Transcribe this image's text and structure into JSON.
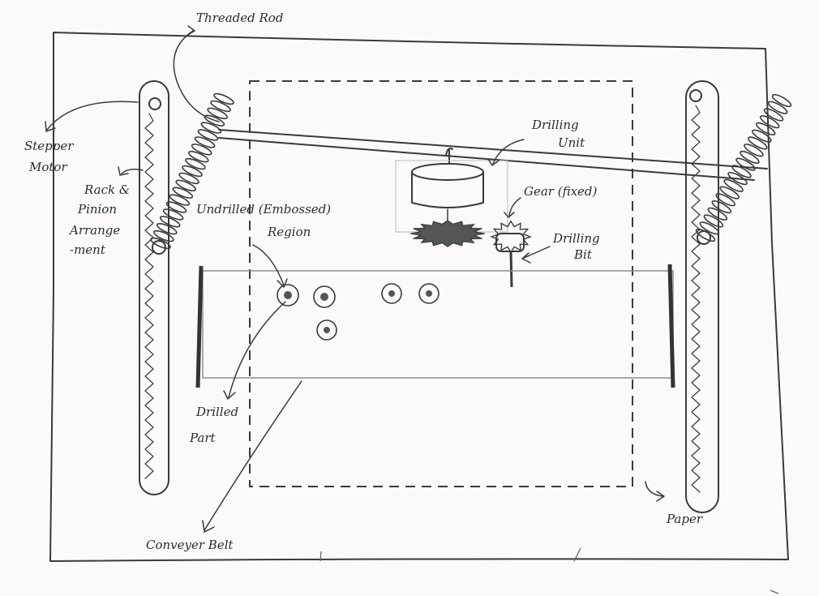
{
  "diagram": {
    "labels": {
      "threaded_rod": "Threaded Rod",
      "stepper_motor_1": "Stepper",
      "stepper_motor_2": "Motor",
      "rack_pinion_1": "Rack &",
      "rack_pinion_2": "Pinion",
      "rack_pinion_3": "Arrange",
      "rack_pinion_4": "-ment",
      "drilling_unit_1": "Drilling",
      "drilling_unit_2": "Unit",
      "gear_fixed": "Gear (fixed)",
      "undrilled_1": "Undrilled (Embossed)",
      "undrilled_2": "Region",
      "drilling_bit_1": "Drilling",
      "drilling_bit_2": "Bit",
      "drilled_part_1": "Drilled",
      "drilled_part_2": "Part",
      "conveyer_belt": "Conveyer Belt",
      "paper": "Paper"
    },
    "colors": {
      "ink": "#3a3a3a",
      "paper": "#fbfaf8"
    }
  }
}
